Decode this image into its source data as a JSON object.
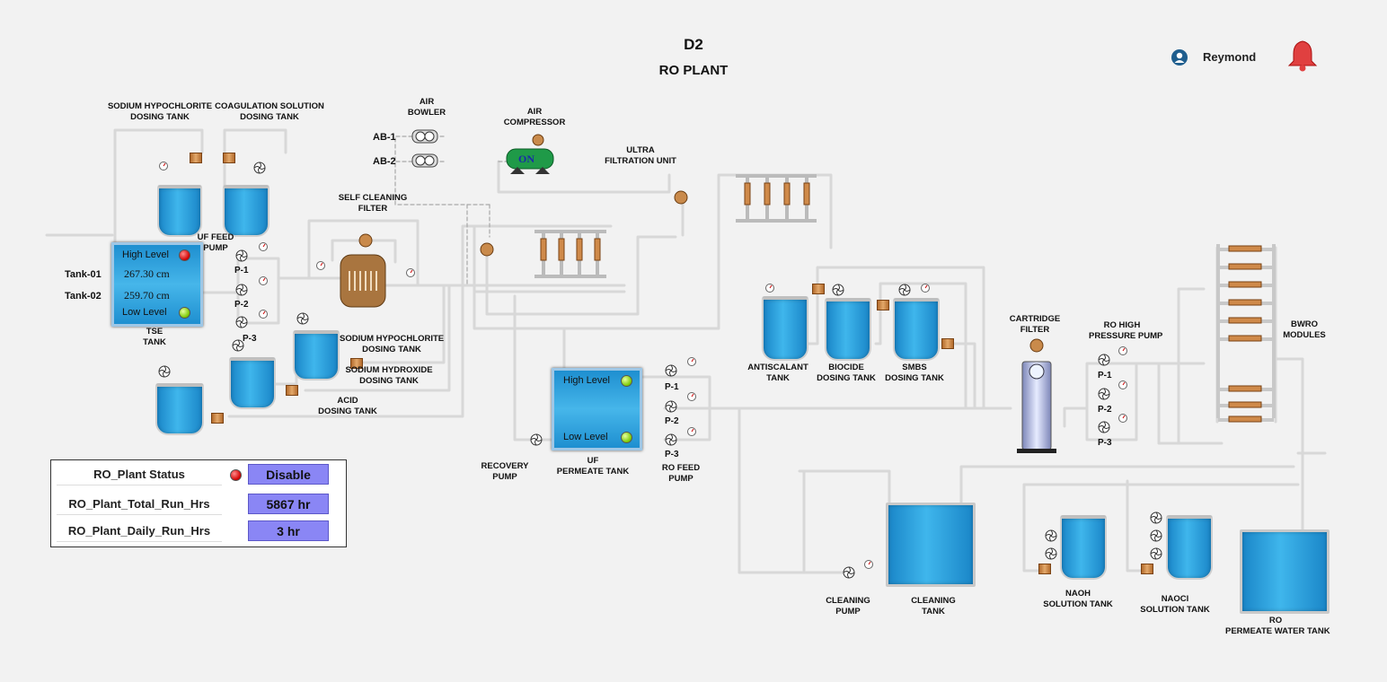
{
  "header": {
    "code": "D2",
    "title": "RO PLANT",
    "user": "Reymond"
  },
  "labels": {
    "sodium_hypo_top": [
      "SODIUM HYPOCHLORITE",
      "DOSING TANK"
    ],
    "coagulation": [
      "COAGULATION SOLUTION",
      "DOSING TANK"
    ],
    "air_bowler": [
      "AIR",
      "BOWLER"
    ],
    "air_compressor": [
      "AIR",
      "COMPRESSOR"
    ],
    "compressor_state": "ON",
    "ab1": "AB-1",
    "ab2": "AB-2",
    "ultra": [
      "ULTRA",
      "FILTRATION UNIT"
    ],
    "self_cleaning": [
      "SELF CLEANING",
      "FILTER"
    ],
    "uf_feed_pump": [
      "UF FEED",
      "PUMP"
    ],
    "tse_tank": [
      "TSE",
      "TANK"
    ],
    "sodium_hypo_mid": [
      "SODIUM HYPOCHLORITE",
      "DOSING TANK"
    ],
    "sodium_hydroxide": [
      "SODIUM HYDROXIDE",
      "DOSING TANK"
    ],
    "acid": [
      "ACID",
      "DOSING TANK"
    ],
    "recovery_pump": [
      "RECOVERY",
      "PUMP"
    ],
    "uf_permeate": [
      "UF",
      "PERMEATE TANK"
    ],
    "ro_feed_pump": [
      "RO FEED",
      "PUMP"
    ],
    "antiscalant": [
      "ANTISCALANT",
      "TANK"
    ],
    "biocide": [
      "BIOCIDE",
      "DOSING TANK"
    ],
    "smbs": [
      "SMBS",
      "DOSING TANK"
    ],
    "cartridge": [
      "CARTRIDGE",
      "FILTER"
    ],
    "ro_hp_pump": [
      "RO HIGH",
      "PRESSURE PUMP"
    ],
    "bwro": [
      "BWRO",
      "MODULES"
    ],
    "cleaning_pump": [
      "CLEANING",
      "PUMP"
    ],
    "cleaning_tank": [
      "CLEANING",
      "TANK"
    ],
    "naoh": [
      "NAOH",
      "SOLUTION TANK"
    ],
    "naoci": [
      "NAOCl",
      "SOLUTION TANK"
    ],
    "ro_permeate": [
      "RO",
      "PERMEATE WATER TANK"
    ],
    "p1": "P-1",
    "p2": "P-2",
    "p3": "P-3"
  },
  "tse_panel": {
    "high_level": "High Level",
    "low_level": "Low Level",
    "tank01_label": "Tank-01",
    "tank02_label": "Tank-02",
    "tank01_value": "267.30 cm",
    "tank02_value": "259.70 cm"
  },
  "uf_panel": {
    "high_level": "High Level",
    "low_level": "Low Level"
  },
  "status": {
    "rows": [
      {
        "label": "RO_Plant Status",
        "value": "Disable"
      },
      {
        "label": "RO_Plant_Total_Run_Hrs",
        "value": "5867 hr"
      },
      {
        "label": "RO_Plant_Daily_Run_Hrs",
        "value": "3 hr"
      }
    ]
  },
  "colors": {
    "pipe": "#9a9a9a",
    "water": "#2aa1de",
    "alarm": "#e03b3b",
    "status_value": "#8a86f5"
  }
}
